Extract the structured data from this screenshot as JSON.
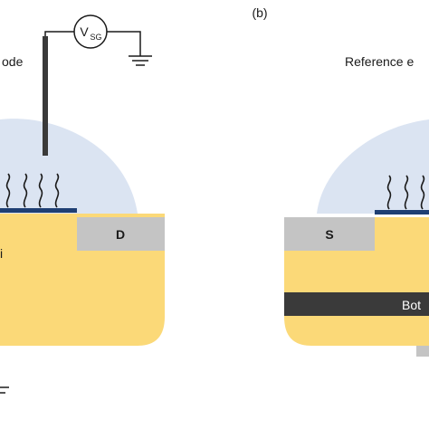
{
  "figure": {
    "panel_b_label": "(b)",
    "voltmeter": {
      "symbol": "V",
      "subscript": "SG"
    },
    "left_panel": {
      "electrode_label_fragment": "ode",
      "drain_label": "D",
      "substrate_label_fragment": "i"
    },
    "right_panel": {
      "electrode_label_fragment": "Reference e",
      "source_label": "S",
      "bottom_gate_label_fragment": "Bot"
    },
    "colors": {
      "electrolyte": "#dbe4f2",
      "substrate": "#fbd978",
      "contact": "#c4c4c4",
      "channel": "#1f3f73",
      "gate_bar": "#3a3a3a",
      "wire": "#1a1a1a"
    }
  }
}
